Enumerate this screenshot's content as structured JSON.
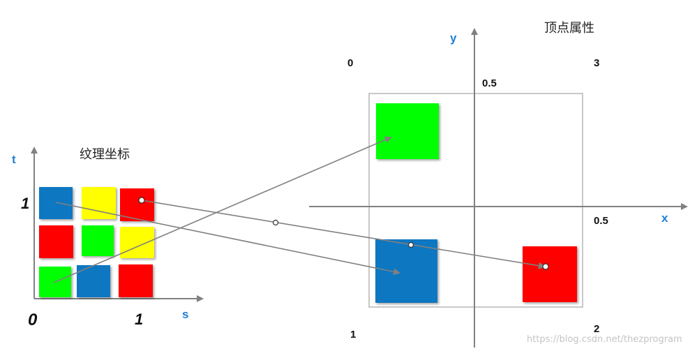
{
  "texture": {
    "title": "纹理坐标",
    "t_label": "t",
    "s_label": "s",
    "t_one": "1",
    "s_one": "1",
    "origin": "0"
  },
  "vertex": {
    "title": "顶点属性",
    "x_label": "x",
    "y_label": "y",
    "y_half": "0.5",
    "x_half": "0.5",
    "corner_0": "0",
    "corner_1": "1",
    "corner_2": "2",
    "corner_3": "3"
  },
  "watermark": "https://blog.csdn.net/thezprogram",
  "colors": {
    "axis_blue": "#1e7fd6",
    "blue": "#0a77c2",
    "yellow": "#ffff00",
    "red": "#ff0000",
    "green": "#00ff00",
    "line": "#808080"
  }
}
